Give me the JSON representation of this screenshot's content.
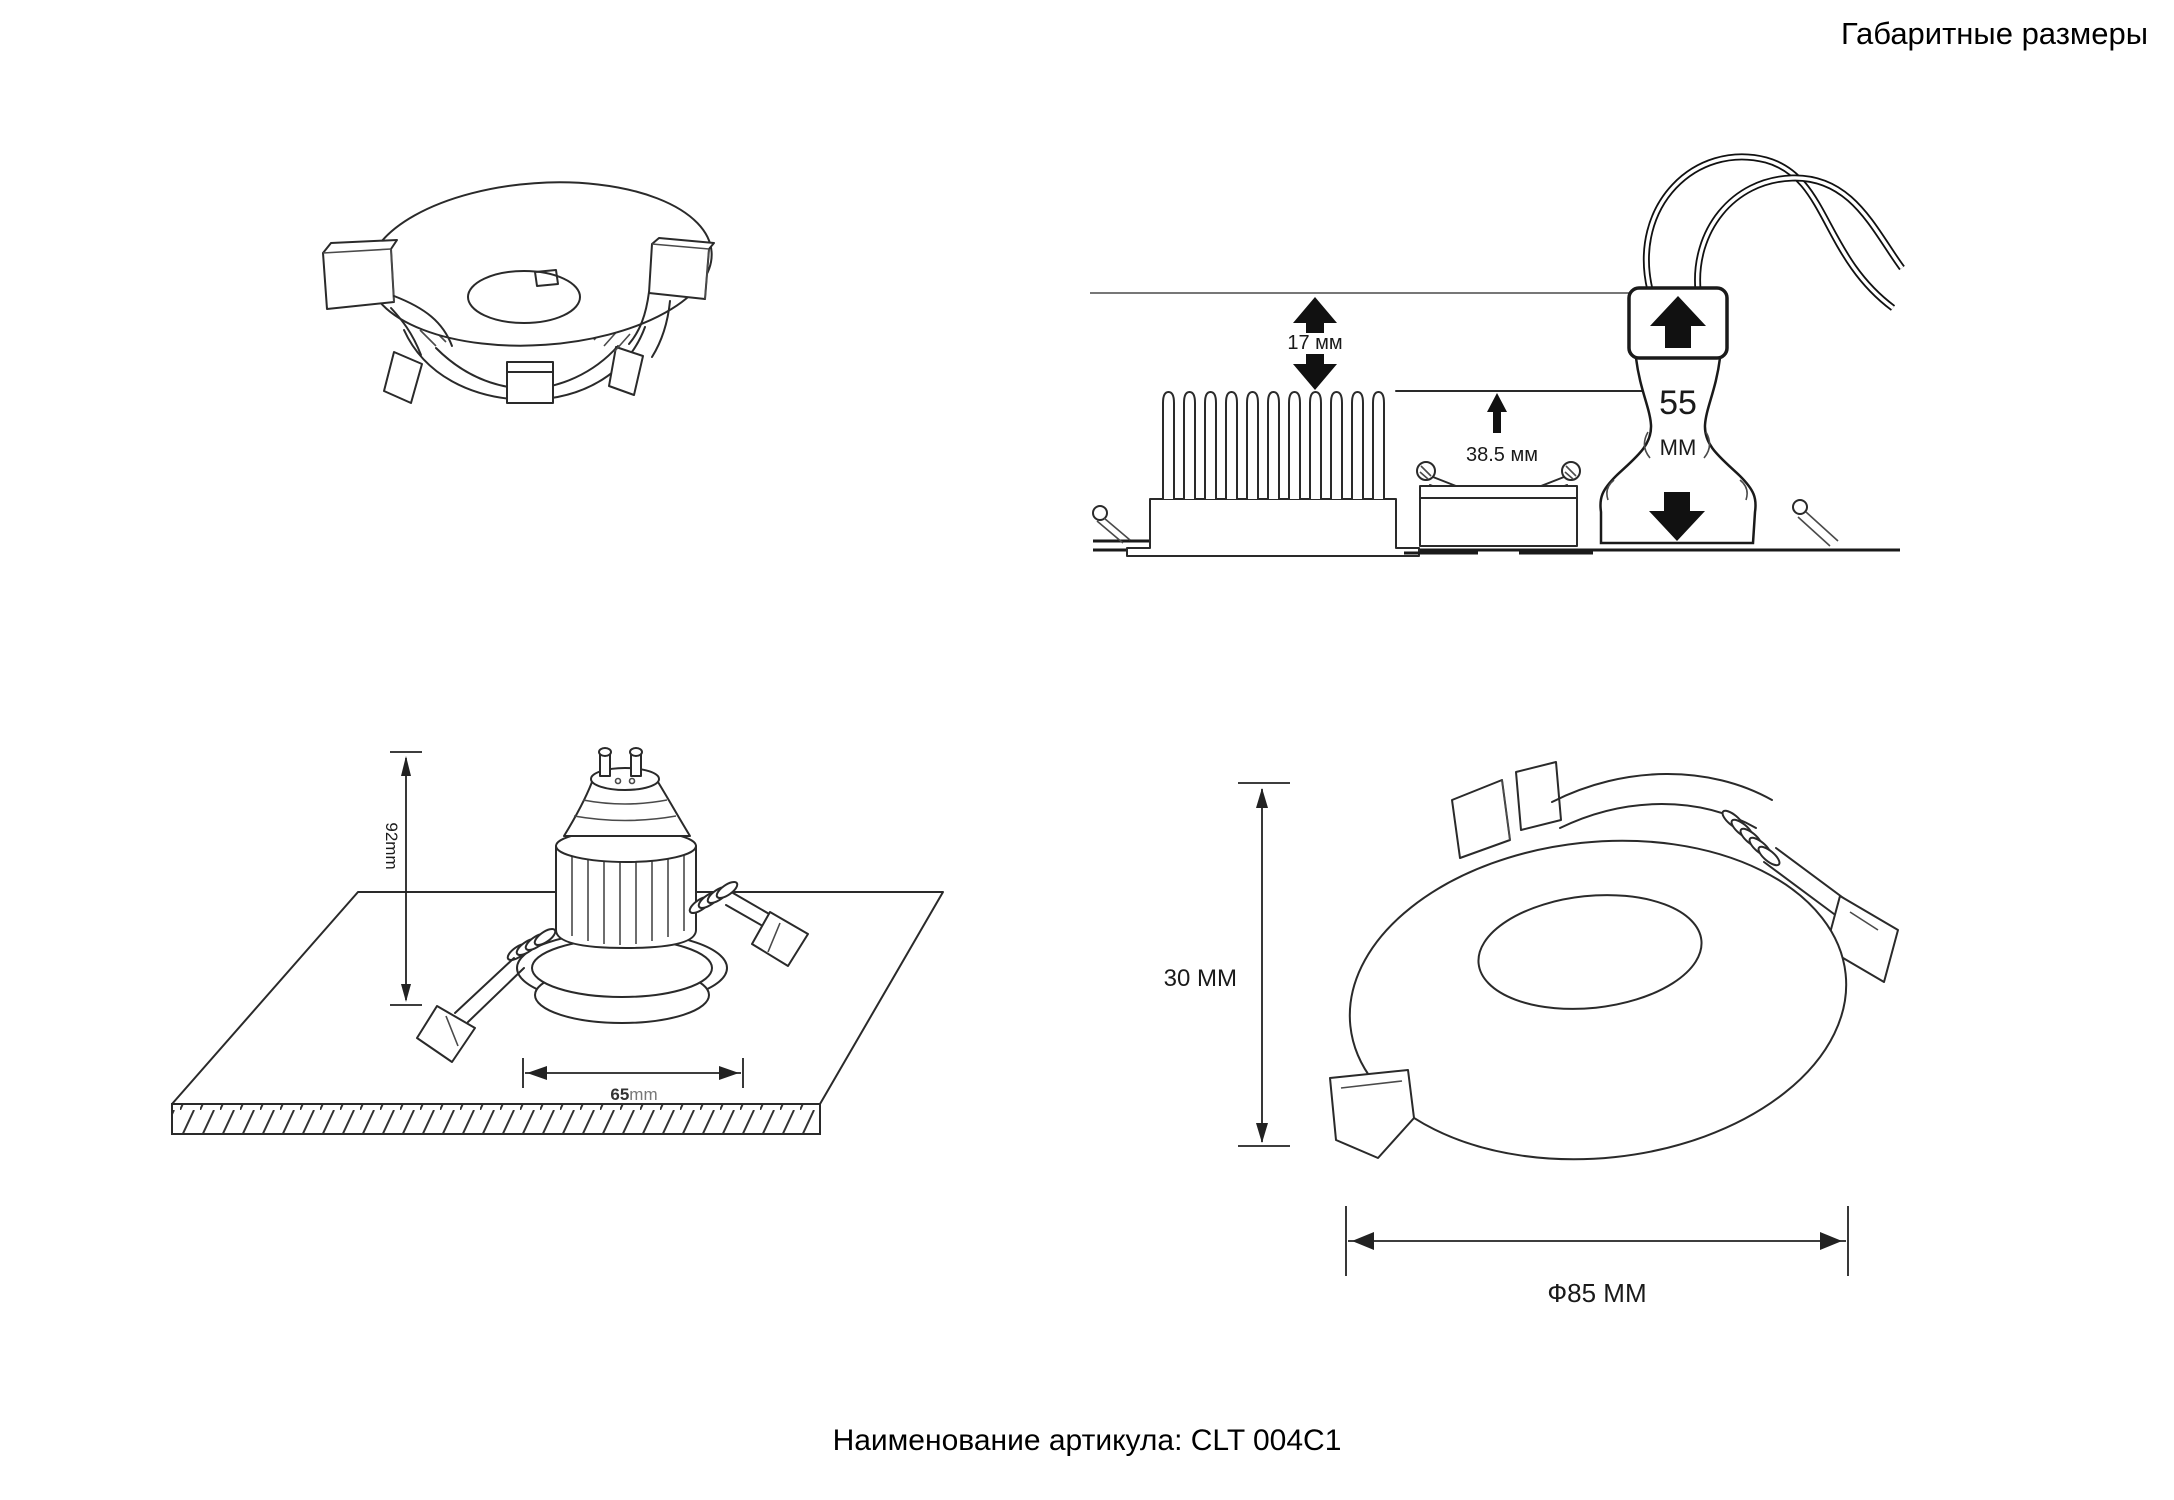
{
  "header": {
    "title": "Габаритные размеры"
  },
  "footer": {
    "label": "Наименование артикула: CLT 004C1"
  },
  "drawings": {
    "cross_section": {
      "recess_depth": "17 мм",
      "protrusion_height": "38.5 мм",
      "lamp_height_value": "55",
      "lamp_height_unit": "ММ"
    },
    "side_view": {
      "total_height": "92mm",
      "cutout_width_value": "65",
      "cutout_width_unit": "mm"
    },
    "front_view": {
      "visible_height": "30 ММ",
      "outer_diameter": "Ф85 ММ"
    }
  },
  "colors": {
    "line": "#1a1a1a",
    "accent_black": "#111111"
  }
}
